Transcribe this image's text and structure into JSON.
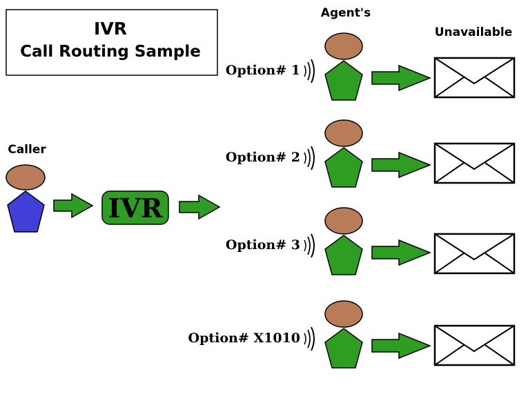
{
  "title": {
    "line1": "IVR",
    "line2": "Call Routing Sample"
  },
  "labels": {
    "caller": "Caller",
    "agents": "Agent's",
    "unavailable": "Unavailable",
    "ivr": "IVR"
  },
  "options": [
    {
      "label": "Option# 1"
    },
    {
      "label": "Option# 2"
    },
    {
      "label": "Option# 3"
    },
    {
      "label": "Option# X1010"
    }
  ],
  "colors": {
    "caller_body": "#4040d8",
    "agent_body": "#2e9e22",
    "head": "#b87c58",
    "arrow": "#2e9e22",
    "ivr_box": "#2e9e22"
  }
}
